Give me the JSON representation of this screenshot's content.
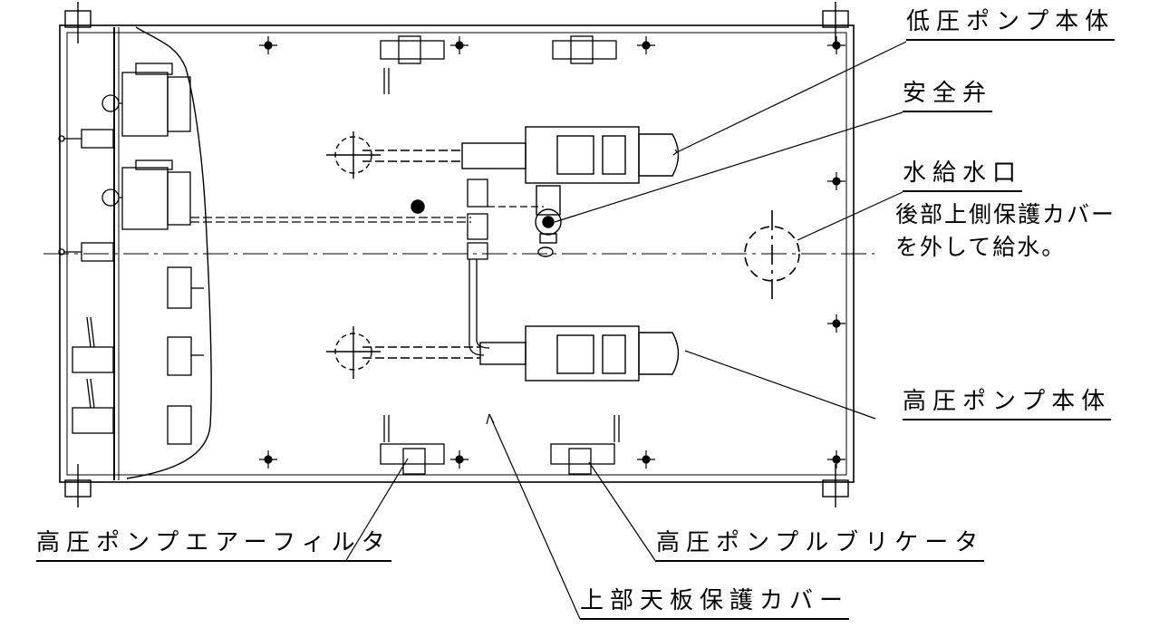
{
  "labels": {
    "low_pressure_pump": "低圧ポンプ本体",
    "safety_valve": "安全弁",
    "water_inlet": "水給水口",
    "water_note_1": "後部上側保護カバー",
    "water_note_2": "を外して給水。",
    "high_pressure_pump": "高圧ポンプ本体",
    "air_filter": "高圧ポンプエアーフィルタ",
    "lubricator": "高圧ポンプルブリケータ",
    "top_cover": "上部天板保護カバー"
  }
}
